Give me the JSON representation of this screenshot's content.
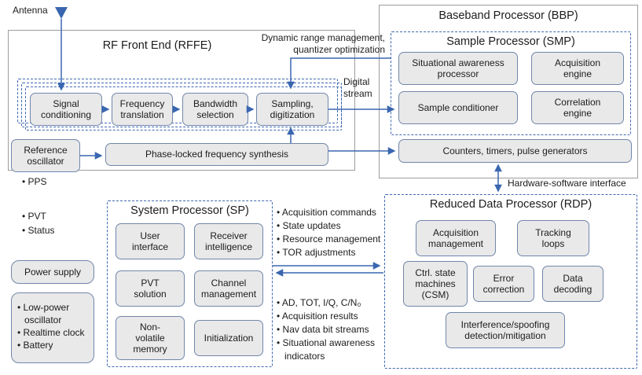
{
  "colors": {
    "arrow_blue": "#3a66b0",
    "dashed_blue": "#3f68b3",
    "box_fill": "#e9e9e9",
    "box_border": "#7186ab",
    "container_border": "#9d9d9d",
    "text": "#1c1c1c"
  },
  "antenna": {
    "label": "Antenna"
  },
  "rffe": {
    "title": "RF Front End (RFFE)",
    "chain": [
      "Signal conditioning",
      "Frequency translation",
      "Bandwidth selection",
      "Sampling, digitization"
    ],
    "ref_osc": "Reference oscillator",
    "pll": "Phase-locked frequency synthesis"
  },
  "bbp": {
    "title": "Baseband Processor (BBP)",
    "smp": {
      "title": "Sample Processor (SMP)",
      "situational": "Situational awareness processor",
      "acq_engine": "Acquisition engine",
      "sample_cond": "Sample conditioner",
      "corr_engine": "Correlation engine"
    },
    "counters": "Counters, timers, pulse generators"
  },
  "rdp": {
    "title": "Reduced Data Processor (RDP)",
    "acq_mgmt": "Acquisition management",
    "tracking": "Tracking loops",
    "csm": "Ctrl. state machines (CSM)",
    "error_corr": "Error correction",
    "data_dec": "Data decoding",
    "interference": "Interference/spoofing detection/mitigation"
  },
  "sp": {
    "title": "System Processor (SP)",
    "user_if": "User interface",
    "rx_intel": "Receiver intelligence",
    "pvt": "PVT solution",
    "chan_mgmt": "Channel management",
    "nvm": "Non-volatile memory",
    "init": "Initialization"
  },
  "annotations": {
    "dynamic_range": "Dynamic range management, quantizer optimization",
    "digital_stream": "Digital stream",
    "hw_sw": "Hardware-software interface",
    "pps": "• PPS",
    "pvt": "• PVT",
    "status": "• Status"
  },
  "sp_to_rdp": [
    "• Acquisition commands",
    "• State updates",
    "• Resource management",
    "• TOR adjustments"
  ],
  "rdp_to_sp": [
    "• AD, TOT, I/Q, C/N₀",
    "• Acquisition results",
    "• Nav data bit streams",
    "• Situational awareness indicators"
  ],
  "left_panel": {
    "power": "Power supply",
    "aux": [
      "• Low-power oscillator",
      "• Realtime clock",
      "• Battery"
    ]
  }
}
